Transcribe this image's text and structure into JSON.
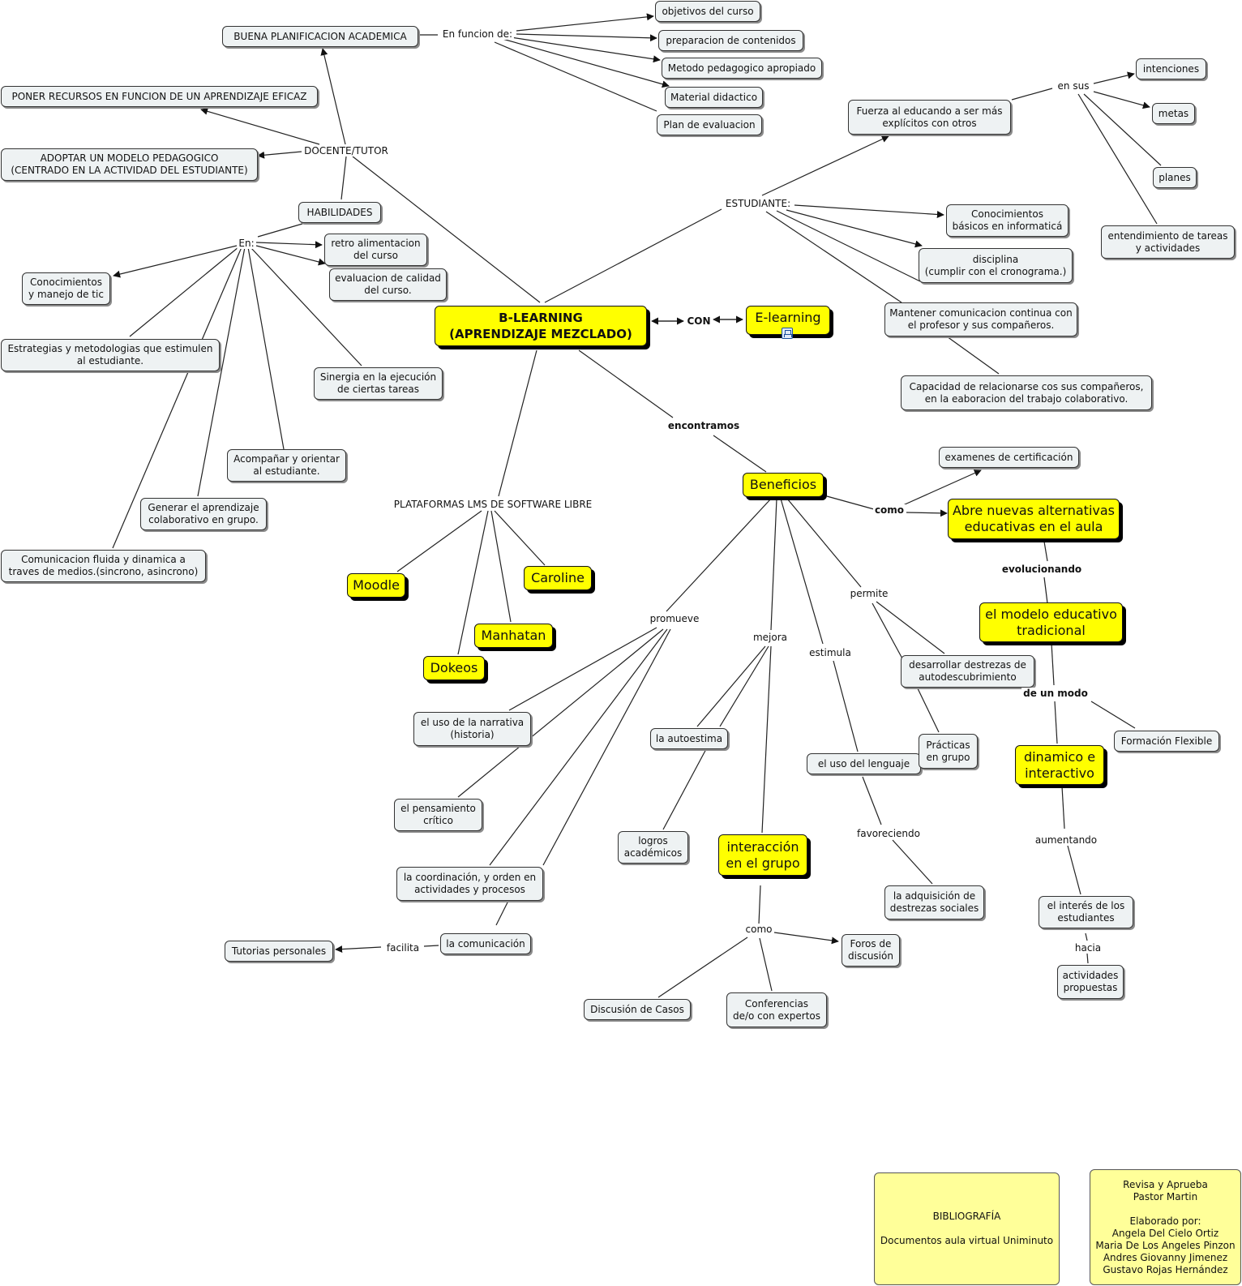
{
  "central": {
    "title": "B-LEARNING\n(APRENDIZAJE MEZCLADO)"
  },
  "elearning": {
    "label": "E-learning",
    "link_icon": "concept-map-link-icon"
  },
  "nodes": {
    "buena_planificacion": "BUENA PLANIFICACION ACADEMICA",
    "poner_recursos": "PONER RECURSOS EN FUNCION DE UN APRENDIZAJE EFICAZ",
    "adoptar_modelo": "ADOPTAR UN  MODELO PEDAGOGICO\n(CENTRADO EN LA ACTIVIDAD DEL ESTUDIANTE)",
    "habilidades": "HABILIDADES",
    "objetivos_curso": "objetivos del curso",
    "preparacion_contenidos": "preparacion  de contenidos",
    "metodo_pedagogico": "Metodo pedagogico apropiado",
    "material_didactico": "Material didactico",
    "plan_evaluacion": "Plan de evaluacion",
    "retroalimentacion": "retro alimentacion\ndel curso",
    "evaluacion_calidad": "evaluacion de calidad\ndel curso.",
    "conocimientos_tic": "Conocimientos\ny manejo de tic",
    "estrategias": "Estrategias y metodologias que estimulen\nal estudiante.",
    "sinergia": "Sinergia en la ejecución\nde ciertas tareas",
    "acompanar": "Acompañar y orientar\nal estudiante.",
    "generar_aprendizaje": "Generar el aprendizaje\ncolaborativo en grupo.",
    "comunicacion_fluida": "Comunicacion fluida y dinamica a\ntraves de medios.(sincrono, asincrono)",
    "fuerza_educando": "Fuerza al educando a ser más\nexplícitos con otros",
    "intenciones": "intenciones",
    "metas": "metas",
    "planes": "planes",
    "entendimiento": "entendimiento de tareas\ny actividades",
    "conocimientos_informatica": "Conocimientos\nbásicos en informaticá",
    "disciplina": "disciplina\n(cumplir con el cronograma.)",
    "mantener_comunicacion": "Mantener comunicacion continua con\nel  profesor y sus compañeros.",
    "capacidad_relacionarse": "Capacidad de relacionarse cos sus compañeros,\nen la eaboracion del trabajo colaborativo.",
    "moodle": "Moodle",
    "caroline": "Caroline",
    "manhatan": "Manhatan",
    "dokeos": "Dokeos",
    "beneficios": "Beneficios",
    "examenes": "examenes de certificación",
    "abre_alternativas": "Abre nuevas alternativas\neducativas en el aula",
    "modelo_tradicional": "el modelo educativo\ntradicional",
    "dinamico": "dinamico e\ninteractivo",
    "formacion_flexible": "Formación Flexible",
    "interes_estudiantes": "el interés de los\nestudiantes",
    "actividades_propuestas": "actividades\npropuestas",
    "narrativa": "el uso de la narrativa\n(historia)",
    "pensamiento_critico": "el pensamiento\ncrítico",
    "coordinacion": "la coordinación, y orden en\nactividades y procesos",
    "la_comunicacion": "la comunicación",
    "tutorias": "Tutorias personales",
    "autoestima": "la autoestima",
    "logros": "logros\nacadémicos",
    "interaccion_grupo": "interacción\nen el grupo",
    "uso_lenguaje": "el uso del lenguaje",
    "adquisicion_destrezas": "la adquisición de\ndestrezas sociales",
    "desarrollar_destrezas": "desarrollar destrezas de\nautodescubrimiento",
    "practicas_grupo": "Prácticas\nen grupo",
    "foros": "Foros de\ndiscusión",
    "conferencias": "Conferencias\nde/o con expertos",
    "discusion_casos": "Discusión de Casos"
  },
  "labels": {
    "en_funcion_de": "En funcion de:",
    "docente_tutor": "DOCENTE/TUTOR",
    "en": "En:",
    "estudiante": "ESTUDIANTE:",
    "en_sus": "en sus",
    "con": "CON",
    "encontramos": "encontramos",
    "plataformas": "PLATAFORMAS LMS DE SOFTWARE LIBRE",
    "como_1": "como",
    "evolucionando": "evolucionando",
    "de_un_modo": "de un modo",
    "aumentando": "aumentando",
    "hacia": "hacia",
    "promueve": "promueve",
    "mejora": "mejora",
    "estimula": "estimula",
    "permite": "permite",
    "favoreciendo": "favoreciendo",
    "facilita": "facilita",
    "como_2": "como"
  },
  "footer": {
    "bibliografia": "BIBLIOGRAFÍA\n\nDocumentos aula virtual Uniminuto",
    "credits": "Revisa y Aprueba\nPastor Martin\n\nElaborado por:\nAngela Del Cielo Ortiz\nMaria De Los Angeles Pinzon\nAndres Giovanny Jimenez\nGustavo Rojas Hernández"
  }
}
